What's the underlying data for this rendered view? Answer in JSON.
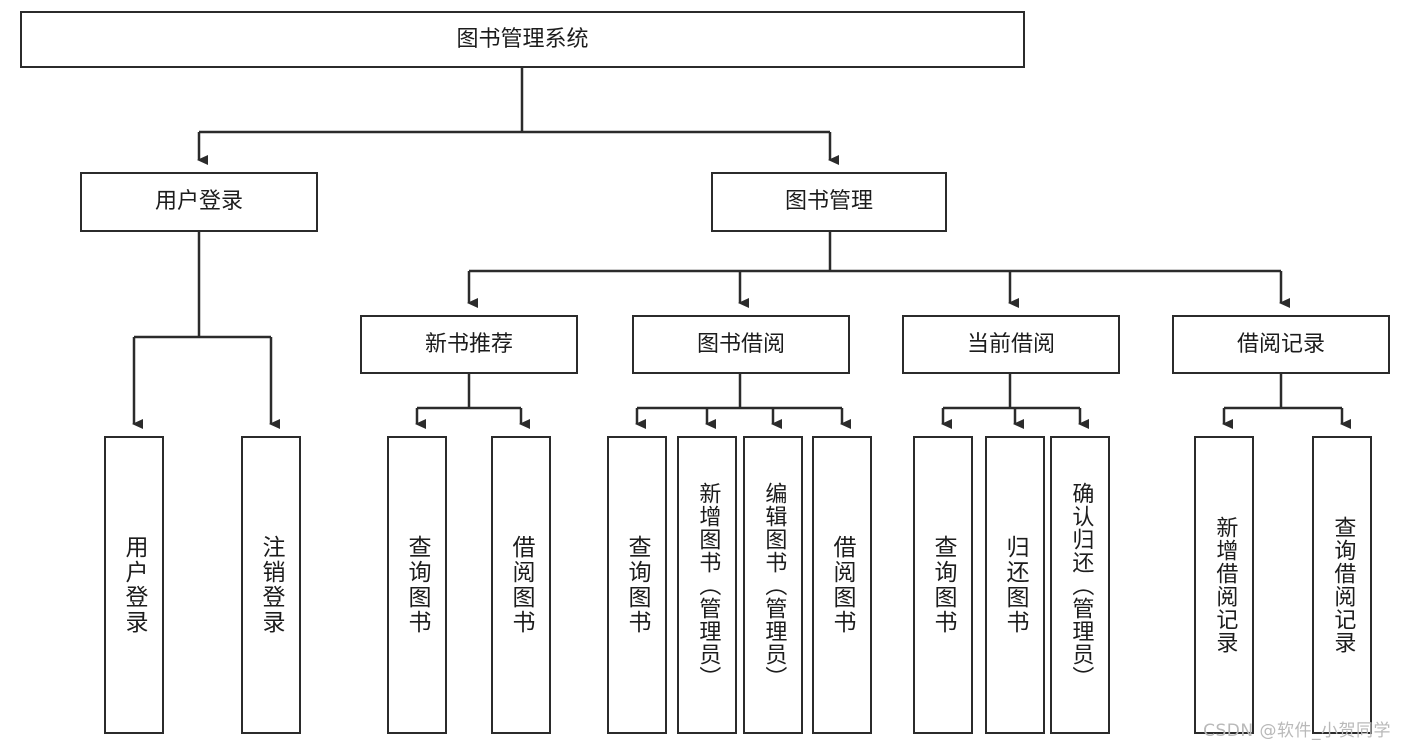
{
  "diagram": {
    "type": "tree-hierarchy",
    "title_node": {
      "id": "root",
      "label": "图书管理系统"
    },
    "level2": [
      {
        "id": "user-login",
        "label": "用户登录"
      },
      {
        "id": "book-manage",
        "label": "图书管理"
      }
    ],
    "level3": [
      {
        "id": "new-book-recommend",
        "label": "新书推荐",
        "parent": "book-manage"
      },
      {
        "id": "book-borrow",
        "label": "图书借阅",
        "parent": "book-manage"
      },
      {
        "id": "current-borrow",
        "label": "当前借阅",
        "parent": "book-manage"
      },
      {
        "id": "borrow-record",
        "label": "借阅记录",
        "parent": "book-manage"
      }
    ],
    "leaves": [
      {
        "id": "leaf-user-login",
        "label": "用户登录",
        "parent": "user-login"
      },
      {
        "id": "leaf-logout",
        "label": "注销登录",
        "parent": "user-login"
      },
      {
        "id": "leaf-query-book-1",
        "label": "查询图书",
        "parent": "new-book-recommend"
      },
      {
        "id": "leaf-borrow-book-1",
        "label": "借阅图书",
        "parent": "new-book-recommend"
      },
      {
        "id": "leaf-query-book-2",
        "label": "查询图书",
        "parent": "book-borrow"
      },
      {
        "id": "leaf-add-book",
        "label": "新增图书（管理员）",
        "parent": "book-borrow"
      },
      {
        "id": "leaf-edit-book",
        "label": "编辑图书（管理员）",
        "parent": "book-borrow"
      },
      {
        "id": "leaf-borrow-book-2",
        "label": "借阅图书",
        "parent": "book-borrow"
      },
      {
        "id": "leaf-query-book-3",
        "label": "查询图书",
        "parent": "current-borrow"
      },
      {
        "id": "leaf-return-book",
        "label": "归还图书",
        "parent": "current-borrow"
      },
      {
        "id": "leaf-confirm-return",
        "label": "确认归还（管理员）",
        "parent": "current-borrow"
      },
      {
        "id": "leaf-add-record",
        "label": "新增借阅记录",
        "parent": "borrow-record"
      },
      {
        "id": "leaf-query-record",
        "label": "查询借阅记录",
        "parent": "borrow-record"
      }
    ],
    "colors": {
      "stroke": "#2b2b2b",
      "fill": "#ffffff",
      "text": "#1c1c1c",
      "watermark": "#b9b9b9"
    }
  },
  "watermark": {
    "text": "CSDN @软件_小贺同学"
  }
}
